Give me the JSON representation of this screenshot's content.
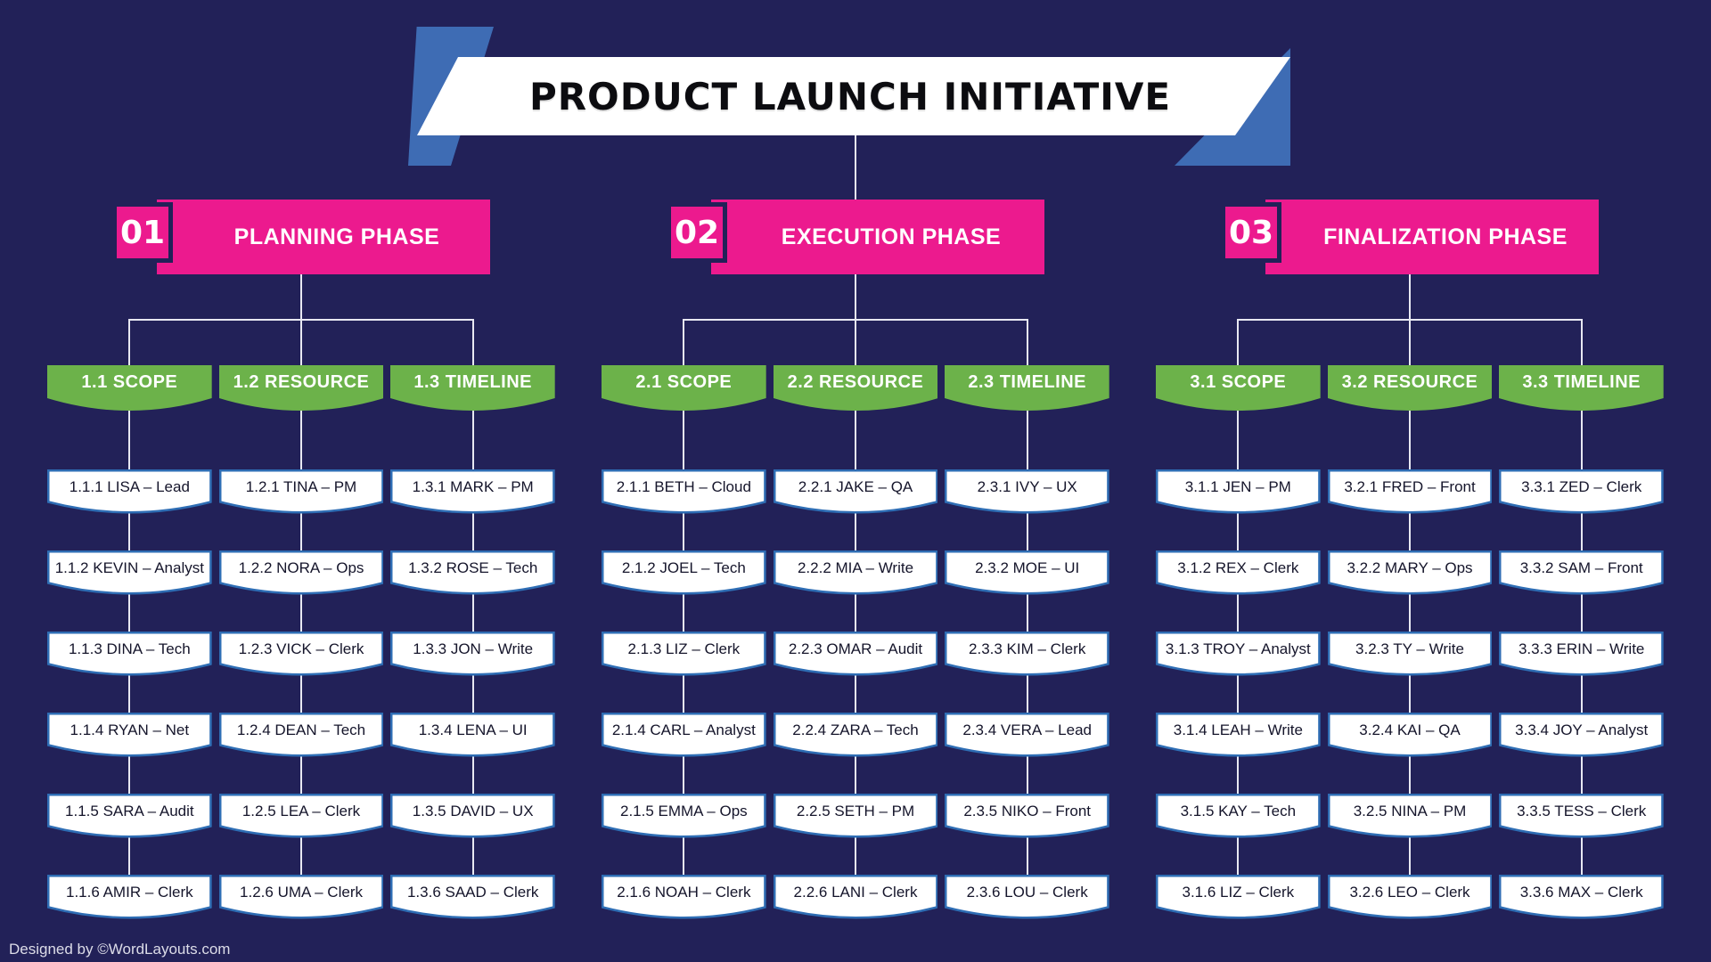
{
  "title": "PRODUCT LAUNCH INITIATIVE",
  "footer": "Designed by ©WordLayouts.com",
  "colors": {
    "background": "#222158",
    "pink": "#EC1A8E",
    "green": "#6CB24A",
    "blue": "#3E6CB4",
    "line": "#E8E8F2",
    "boxborder": "#2E6DB4"
  },
  "phases": [
    {
      "number": "01",
      "label": "PLANNING PHASE",
      "columns": [
        {
          "label": "1.1 SCOPE",
          "members": [
            "1.1.1 LISA – Lead",
            "1.1.2 KEVIN – Analyst",
            "1.1.3 DINA – Tech",
            "1.1.4 RYAN – Net",
            "1.1.5 SARA – Audit",
            "1.1.6 AMIR – Clerk"
          ]
        },
        {
          "label": "1.2 RESOURCE",
          "members": [
            "1.2.1 TINA – PM",
            "1.2.2 NORA – Ops",
            "1.2.3 VICK – Clerk",
            "1.2.4 DEAN – Tech",
            "1.2.5 LEA – Clerk",
            "1.2.6 UMA – Clerk"
          ]
        },
        {
          "label": "1.3 TIMELINE",
          "members": [
            "1.3.1 MARK – PM",
            "1.3.2 ROSE – Tech",
            "1.3.3 JON – Write",
            "1.3.4 LENA – UI",
            "1.3.5 DAVID – UX",
            "1.3.6 SAAD – Clerk"
          ]
        }
      ]
    },
    {
      "number": "02",
      "label": "EXECUTION PHASE",
      "columns": [
        {
          "label": "2.1 SCOPE",
          "members": [
            "2.1.1 BETH – Cloud",
            "2.1.2 JOEL – Tech",
            "2.1.3 LIZ – Clerk",
            "2.1.4 CARL – Analyst",
            "2.1.5 EMMA – Ops",
            "2.1.6 NOAH – Clerk"
          ]
        },
        {
          "label": "2.2 RESOURCE",
          "members": [
            "2.2.1 JAKE – QA",
            "2.2.2 MIA – Write",
            "2.2.3 OMAR – Audit",
            "2.2.4 ZARA – Tech",
            "2.2.5 SETH – PM",
            "2.2.6 LANI – Clerk"
          ]
        },
        {
          "label": "2.3 TIMELINE",
          "members": [
            "2.3.1 IVY – UX",
            "2.3.2 MOE – UI",
            "2.3.3 KIM – Clerk",
            "2.3.4 VERA – Lead",
            "2.3.5 NIKO – Front",
            "2.3.6 LOU – Clerk"
          ]
        }
      ]
    },
    {
      "number": "03",
      "label": "FINALIZATION PHASE",
      "columns": [
        {
          "label": "3.1 SCOPE",
          "members": [
            "3.1.1 JEN – PM",
            "3.1.2 REX – Clerk",
            "3.1.3 TROY – Analyst",
            "3.1.4 LEAH – Write",
            "3.1.5 KAY – Tech",
            "3.1.6 LIZ – Clerk"
          ]
        },
        {
          "label": "3.2 RESOURCE",
          "members": [
            "3.2.1 FRED – Front",
            "3.2.2 MARY – Ops",
            "3.2.3 TY – Write",
            "3.2.4 KAI – QA",
            "3.2.5 NINA – PM",
            "3.2.6 LEO – Clerk"
          ]
        },
        {
          "label": "3.3 TIMELINE",
          "members": [
            "3.3.1 ZED – Clerk",
            "3.3.2 SAM – Front",
            "3.3.3 ERIN – Write",
            "3.3.4 JOY – Analyst",
            "3.3.5 TESS – Clerk",
            "3.3.6 MAX – Clerk"
          ]
        }
      ]
    }
  ]
}
